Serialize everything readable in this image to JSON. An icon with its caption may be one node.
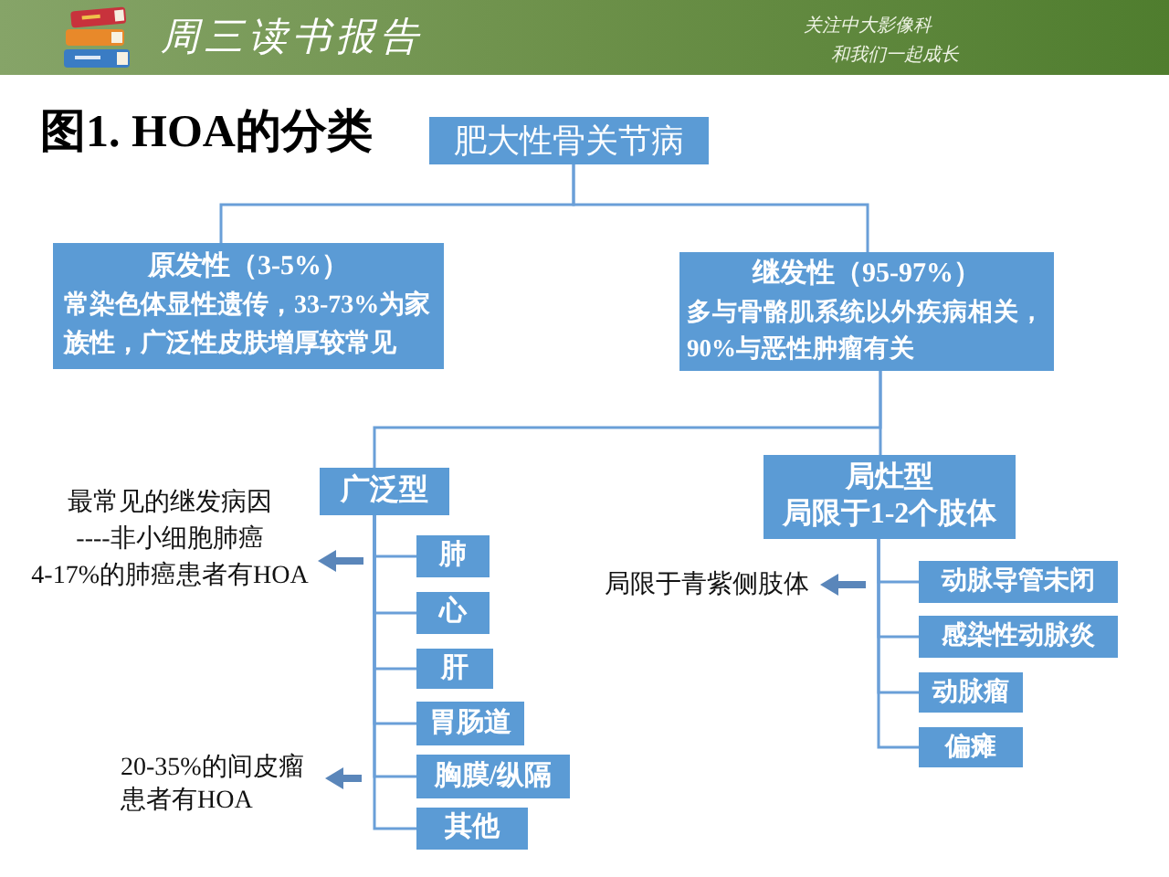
{
  "diagram": {
    "title": "图1. HOA的分类",
    "nodes": [
      {
        "text": [
          "肥大性骨关节病"
        ]
      },
      {
        "text": [
          "原发性（3-5%）",
          "常染色体显性遗传，33-73%为家族性，广泛性皮肤增厚较常见"
        ]
      },
      {
        "text": [
          "继发性（95-97%）",
          "多与骨骼肌系统以外疾病相关，90%与恶性肿瘤有关"
        ]
      },
      {
        "text": [
          "广泛型"
        ]
      },
      {
        "text": [
          "局灶型",
          "局限于1-2个肢体"
        ]
      },
      {
        "text": [
          "肺"
        ]
      },
      {
        "text": [
          "心"
        ]
      },
      {
        "text": [
          "肝"
        ]
      },
      {
        "text": [
          "胃肠道"
        ]
      },
      {
        "text": [
          "胸膜/纵隔"
        ]
      },
      {
        "text": [
          "其他"
        ]
      },
      {
        "text": [
          "动脉导管未闭"
        ]
      },
      {
        "text": [
          "感染性动脉炎"
        ]
      },
      {
        "text": [
          "动脉瘤"
        ]
      },
      {
        "text": [
          "偏瘫"
        ]
      },
      {
        "text": [
          "最常见的继发病因",
          "----非小细胞肺癌",
          "4-17%的肺癌患者有HOA"
        ]
      },
      {
        "text": [
          "20-35%的间皮瘤患者有HOA"
        ]
      },
      {
        "text": [
          "局限于青紫侧肢体"
        ]
      }
    ],
    "edges": [
      {
        "from": 0,
        "to": 1,
        "arrow": "none"
      },
      {
        "from": 0,
        "to": 2,
        "arrow": "none"
      },
      {
        "from": 2,
        "to": 3,
        "arrow": "none"
      },
      {
        "from": 2,
        "to": 4,
        "arrow": "none"
      },
      {
        "from": 3,
        "to": 5,
        "arrow": "none"
      },
      {
        "from": 3,
        "to": 6,
        "arrow": "none"
      },
      {
        "from": 3,
        "to": 7,
        "arrow": "none"
      },
      {
        "from": 3,
        "to": 8,
        "arrow": "none"
      },
      {
        "from": 3,
        "to": 9,
        "arrow": "none"
      },
      {
        "from": 3,
        "to": 10,
        "arrow": "none"
      },
      {
        "from": 4,
        "to": 11,
        "arrow": "none"
      },
      {
        "from": 4,
        "to": 12,
        "arrow": "none"
      },
      {
        "from": 4,
        "to": 13,
        "arrow": "none"
      },
      {
        "from": 4,
        "to": 14,
        "arrow": "none"
      },
      {
        "from": null,
        "to": 15,
        "arrow": "to",
        "style": "thick"
      },
      {
        "from": null,
        "to": 16,
        "arrow": "to",
        "style": "thick"
      },
      {
        "from": null,
        "to": 17,
        "arrow": "to",
        "style": "thick"
      }
    ],
    "labels": [
      "周三读书报告",
      "关注中大影像科",
      "和我们一起成长"
    ]
  }
}
